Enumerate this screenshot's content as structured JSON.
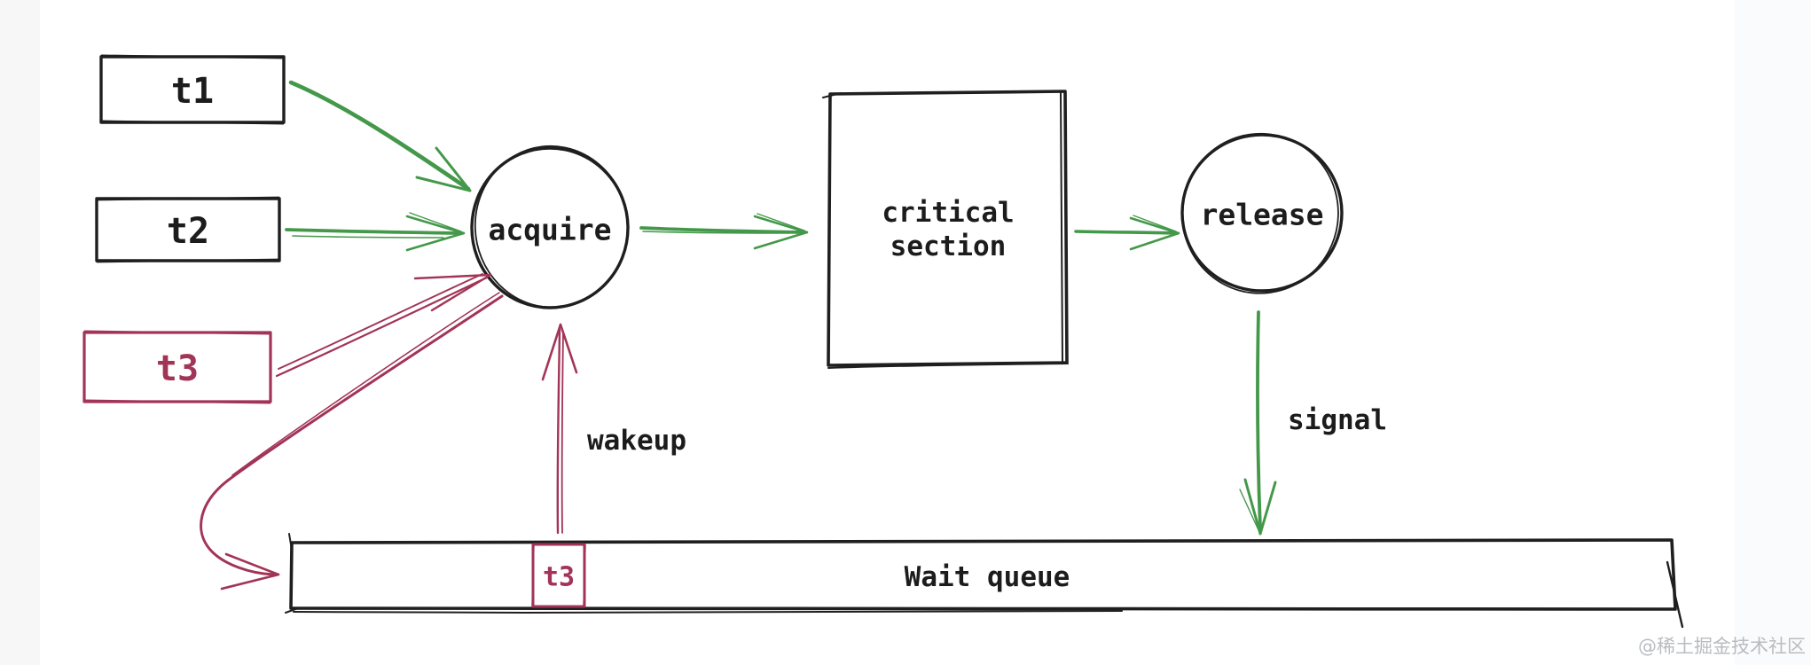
{
  "colors": {
    "green": "#44984a",
    "crimson": "#a23457",
    "ink": "#1f1f1f",
    "watermark": "#b9bcc0"
  },
  "nodes": {
    "t1": {
      "label": "t1"
    },
    "t2": {
      "label": "t2"
    },
    "t3": {
      "label": "t3"
    },
    "acquire": {
      "label": "acquire"
    },
    "critical_section": {
      "label_line1": "critical",
      "label_line2": "section"
    },
    "release": {
      "label": "release"
    },
    "wait_queue": {
      "label": "Wait queue"
    },
    "queued_t3": {
      "label": "t3"
    }
  },
  "edge_labels": {
    "wakeup": "wakeup",
    "signal": "signal"
  },
  "edges": [
    {
      "from": "t1",
      "to": "acquire",
      "color": "green"
    },
    {
      "from": "t2",
      "to": "acquire",
      "color": "green"
    },
    {
      "from": "t3",
      "to": "acquire",
      "color": "crimson"
    },
    {
      "from": "acquire",
      "to": "critical_section",
      "color": "green"
    },
    {
      "from": "critical_section",
      "to": "release",
      "color": "green"
    },
    {
      "from": "release",
      "to": "wait_queue",
      "color": "green",
      "label": "signal"
    },
    {
      "from": "acquire",
      "to": "wait_queue",
      "color": "crimson"
    },
    {
      "from": "queued_t3",
      "to": "acquire",
      "color": "crimson",
      "label": "wakeup"
    }
  ],
  "watermark": "@稀土掘金技术社区"
}
